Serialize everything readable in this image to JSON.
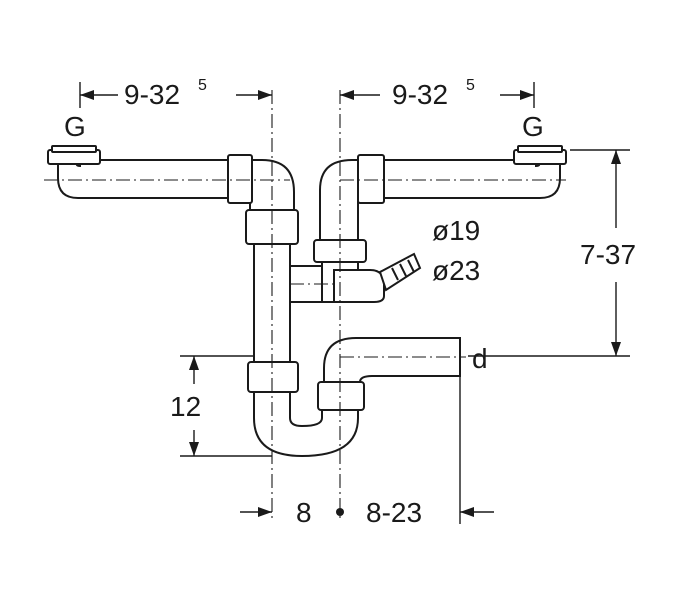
{
  "labels": {
    "left_width": "9-32",
    "left_width_sup": "5",
    "right_width": "9-32",
    "right_width_sup": "5",
    "left_g": "G",
    "right_g": "G",
    "height_right": "7-37",
    "dia_19": "ø19",
    "dia_23": "ø23",
    "outlet_d": "d",
    "height_trap": "12",
    "offset_8": "8",
    "offset_8_23": "8-23"
  }
}
